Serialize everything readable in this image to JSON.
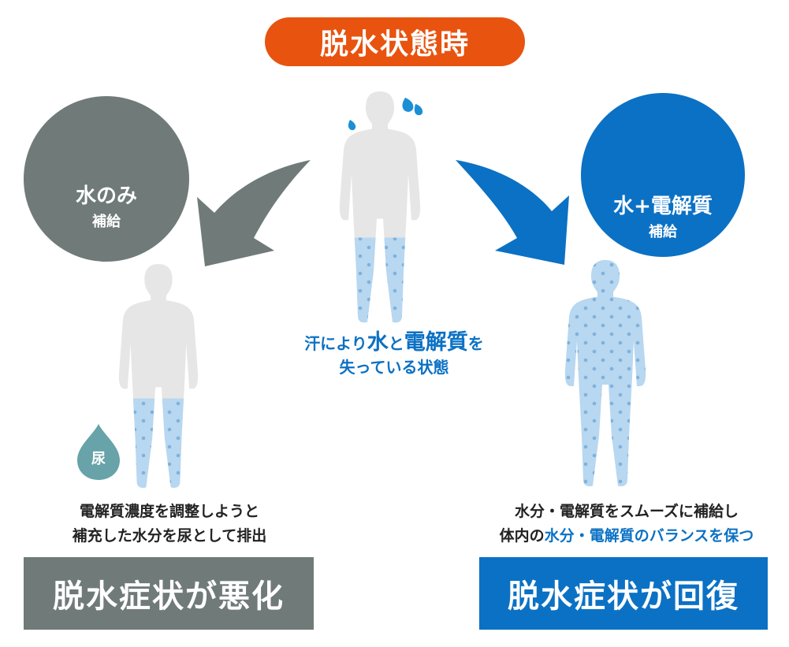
{
  "title": "脱水状態時",
  "left_circle": {
    "main": "水のみ",
    "sub": "補給"
  },
  "right_circle": {
    "main": "水+電解質",
    "sub": "補給"
  },
  "center": {
    "pre": "汗により",
    "water": "水",
    "to": "と",
    "electrolyte": "電解質",
    "wo": "を",
    "line2": "失っている状態"
  },
  "urine_label": "尿",
  "left_desc": {
    "line1": "電解質濃度を調整しようと",
    "line2": "補充した水分を尿として排出"
  },
  "right_desc": {
    "line1": "水分・電解質をスムーズに補給し",
    "line2_pre": "体内の",
    "line2_highlight": "水分・電解質のバランスを保つ"
  },
  "left_result": "脱水症状が悪化",
  "right_result": "脱水症状が回復",
  "colors": {
    "orange": "#e8530f",
    "gray": "#6f7a79",
    "blue": "#0b71c4",
    "body_gray": "#e6e6e6",
    "water": "#b8d7f0",
    "urine": "#67a3a8"
  },
  "levels": {
    "center_water_fill": 0.45,
    "left_water_fill": 0.55,
    "right_water_fill": 1.0
  }
}
